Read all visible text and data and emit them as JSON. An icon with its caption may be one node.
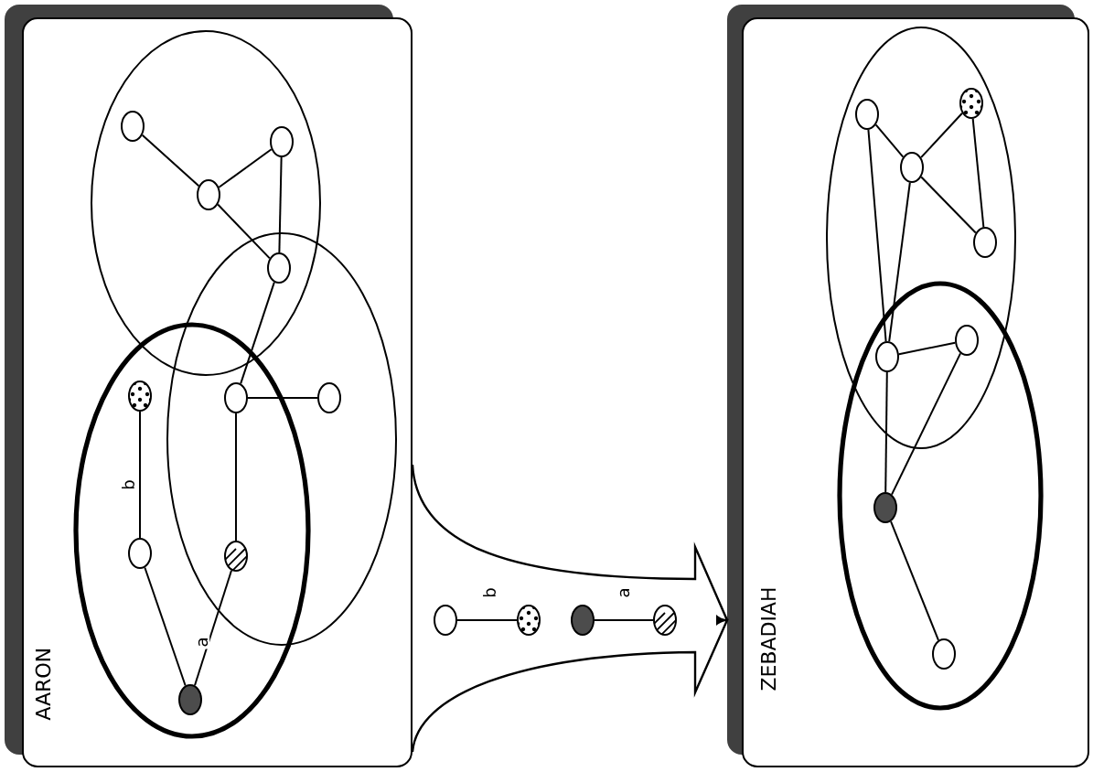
{
  "diagram": {
    "nodes": [
      {
        "text": [
          "AARON"
        ]
      },
      {
        "text": [],
        "shape": "ellipse",
        "in": 0
      },
      {
        "text": [],
        "shape": "ellipse",
        "in": 0
      },
      {
        "text": [],
        "shape": "ellipse",
        "in": 0
      },
      {
        "text": [],
        "shape": "circle",
        "in": 1
      },
      {
        "text": [],
        "shape": "circle",
        "in": 1
      },
      {
        "text": [],
        "shape": "circle",
        "in": 1
      },
      {
        "text": [],
        "shape": "circle"
      },
      {
        "text": [],
        "shape": "circle",
        "in": 3
      },
      {
        "text": [],
        "shape": "circle"
      },
      {
        "text": [],
        "shape": "circle",
        "in": 2
      },
      {
        "text": [],
        "shape": "circle",
        "in": 3
      },
      {
        "text": [],
        "shape": "circle"
      },
      {
        "text": [],
        "shape": "circle",
        "in": 3
      },
      {
        "text": [],
        "shape": "circle"
      },
      {
        "text": [],
        "shape": "circle"
      },
      {
        "text": [],
        "shape": "circle"
      },
      {
        "text": [],
        "shape": "circle"
      },
      {
        "text": [
          "ZEBADIAH"
        ]
      },
      {
        "text": [],
        "shape": "ellipse",
        "in": 18
      },
      {
        "text": [],
        "shape": "ellipse",
        "in": 18
      },
      {
        "text": [],
        "shape": "circle",
        "in": 19
      },
      {
        "text": [],
        "shape": "circle",
        "in": 19
      },
      {
        "text": [],
        "shape": "circle",
        "in": 19
      },
      {
        "text": [],
        "shape": "circle",
        "in": 19
      },
      {
        "text": [],
        "shape": "circle"
      },
      {
        "text": [],
        "shape": "circle"
      },
      {
        "text": [],
        "shape": "circle",
        "in": 20
      },
      {
        "text": [],
        "shape": "circle",
        "in": 20
      }
    ],
    "edges": [
      {
        "from": 4,
        "to": 6,
        "arrow": "none"
      },
      {
        "from": 6,
        "to": 5,
        "arrow": "none"
      },
      {
        "from": 6,
        "to": 7,
        "arrow": "none"
      },
      {
        "from": 5,
        "to": 7,
        "arrow": "none"
      },
      {
        "from": 7,
        "to": 9,
        "arrow": "none"
      },
      {
        "from": 9,
        "to": 10,
        "arrow": "none"
      },
      {
        "from": 9,
        "to": 12,
        "arrow": "none"
      },
      {
        "from": 8,
        "to": 11,
        "arrow": "none",
        "label": "b"
      },
      {
        "from": 11,
        "to": 13,
        "arrow": "none"
      },
      {
        "from": 12,
        "to": 13,
        "arrow": "none",
        "label": "a"
      },
      {
        "from": 14,
        "to": 15,
        "arrow": "none",
        "label": "b"
      },
      {
        "from": 16,
        "to": 17,
        "arrow": "none",
        "label": "a"
      },
      {
        "from": 0,
        "to": 18,
        "arrow": "to"
      },
      {
        "from": 22,
        "to": 23,
        "arrow": "none"
      },
      {
        "from": 23,
        "to": 21,
        "arrow": "none"
      },
      {
        "from": 23,
        "to": 24,
        "arrow": "none"
      },
      {
        "from": 21,
        "to": 24,
        "arrow": "none"
      },
      {
        "from": 22,
        "to": 26,
        "arrow": "none"
      },
      {
        "from": 23,
        "to": 26,
        "arrow": "none"
      },
      {
        "from": 26,
        "to": 25,
        "arrow": "none"
      },
      {
        "from": 26,
        "to": 27,
        "arrow": "none"
      },
      {
        "from": 25,
        "to": 27,
        "arrow": "none"
      },
      {
        "from": 27,
        "to": 28,
        "arrow": "none"
      }
    ]
  }
}
